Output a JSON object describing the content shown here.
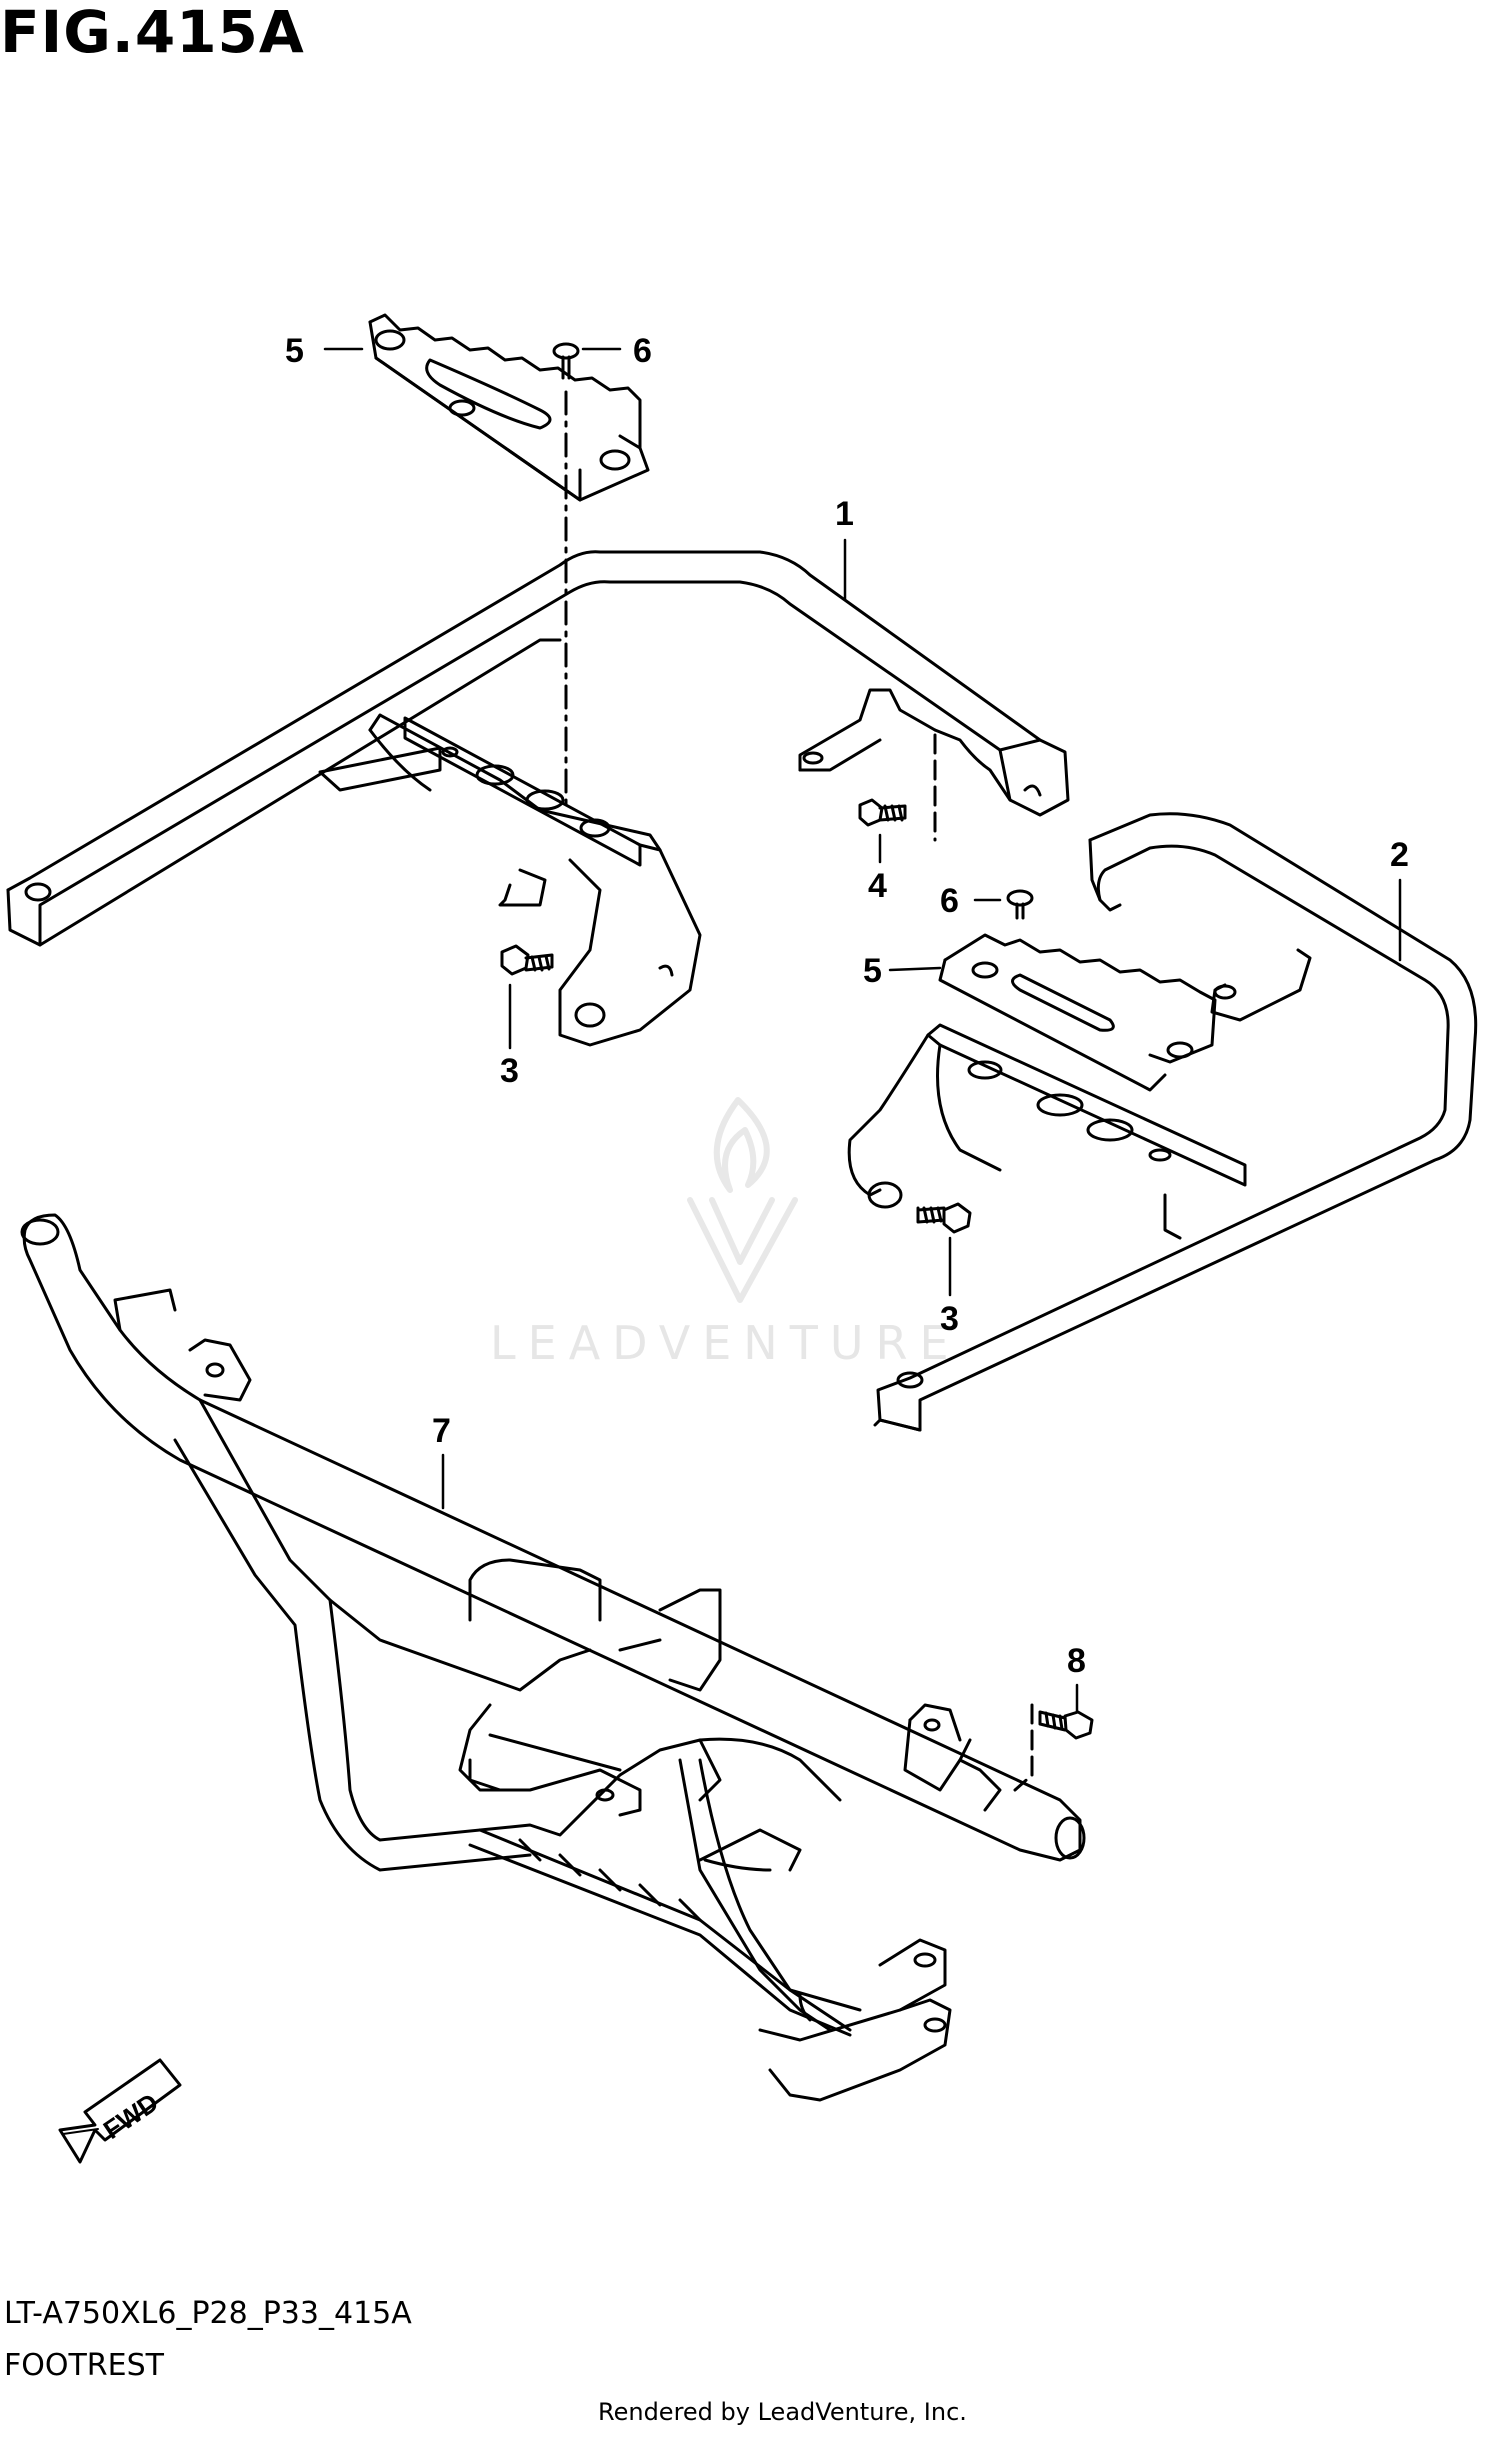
{
  "figure_title": "FIG.415A",
  "model_code": "LT-A750XL6_P28_P33_415A",
  "section_name": "FOOTREST",
  "render_credit": "Rendered by LeadVenture, Inc.",
  "watermark": "LEADVENTURE",
  "direction_label": "FWD",
  "callouts": {
    "c1": "1",
    "c2": "2",
    "c3a": "3",
    "c3b": "3",
    "c4": "4",
    "c5a": "5",
    "c5b": "5",
    "c6a": "6",
    "c6b": "6",
    "c7": "7",
    "c8": "8"
  }
}
